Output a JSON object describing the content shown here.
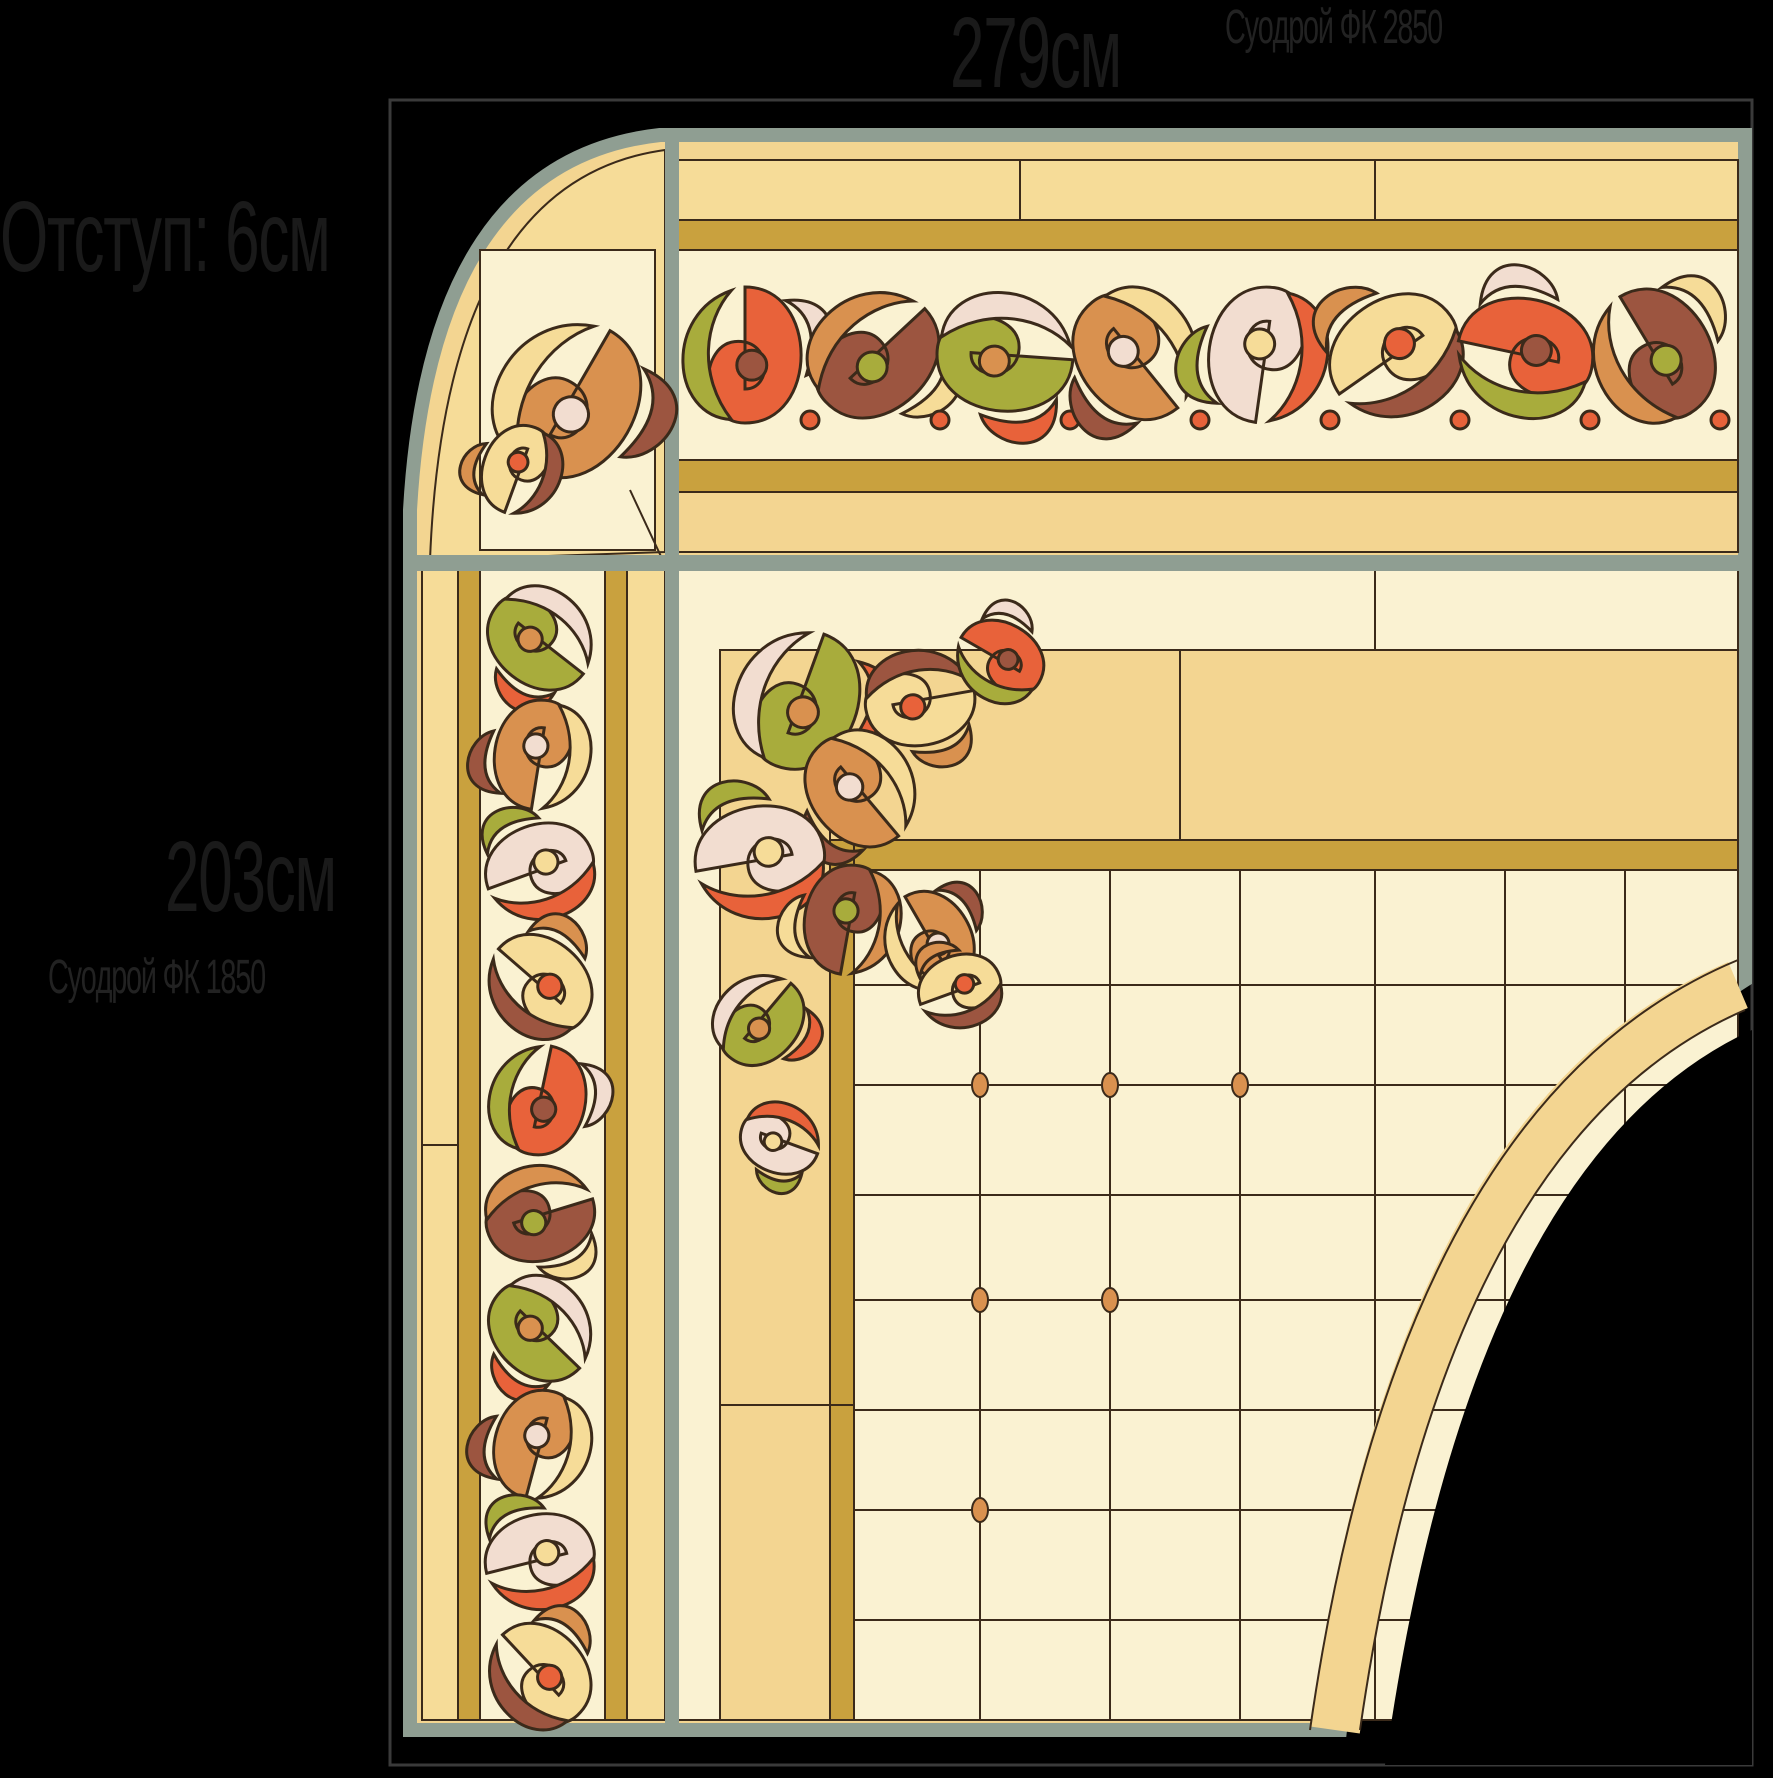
{
  "dimensions": {
    "width_label": "279см",
    "width_note": "Суoдрой ФК 2850",
    "offset_label": "Отступ: 6см",
    "height_label": "203см",
    "height_note": "Суoдрой ФК 1850"
  },
  "colors": {
    "background": "#000000",
    "frame": "#8f9e92",
    "cream": "#faf2d2",
    "light_amber": "#f3d591",
    "amber": "#c9a13e",
    "lead": "#3b2a1a",
    "orange": "#e8623a",
    "brown": "#9c5540",
    "olive": "#a8ac3c",
    "tan": "#d9914f",
    "blush": "#f2ddd0",
    "pale_yellow": "#f6dc98"
  },
  "panels": [
    {
      "name": "top-border-panel",
      "type": "ornamental border"
    },
    {
      "name": "left-border-panel",
      "type": "ornamental border"
    },
    {
      "name": "center-panel",
      "type": "grid glazing with corner ornament"
    }
  ]
}
